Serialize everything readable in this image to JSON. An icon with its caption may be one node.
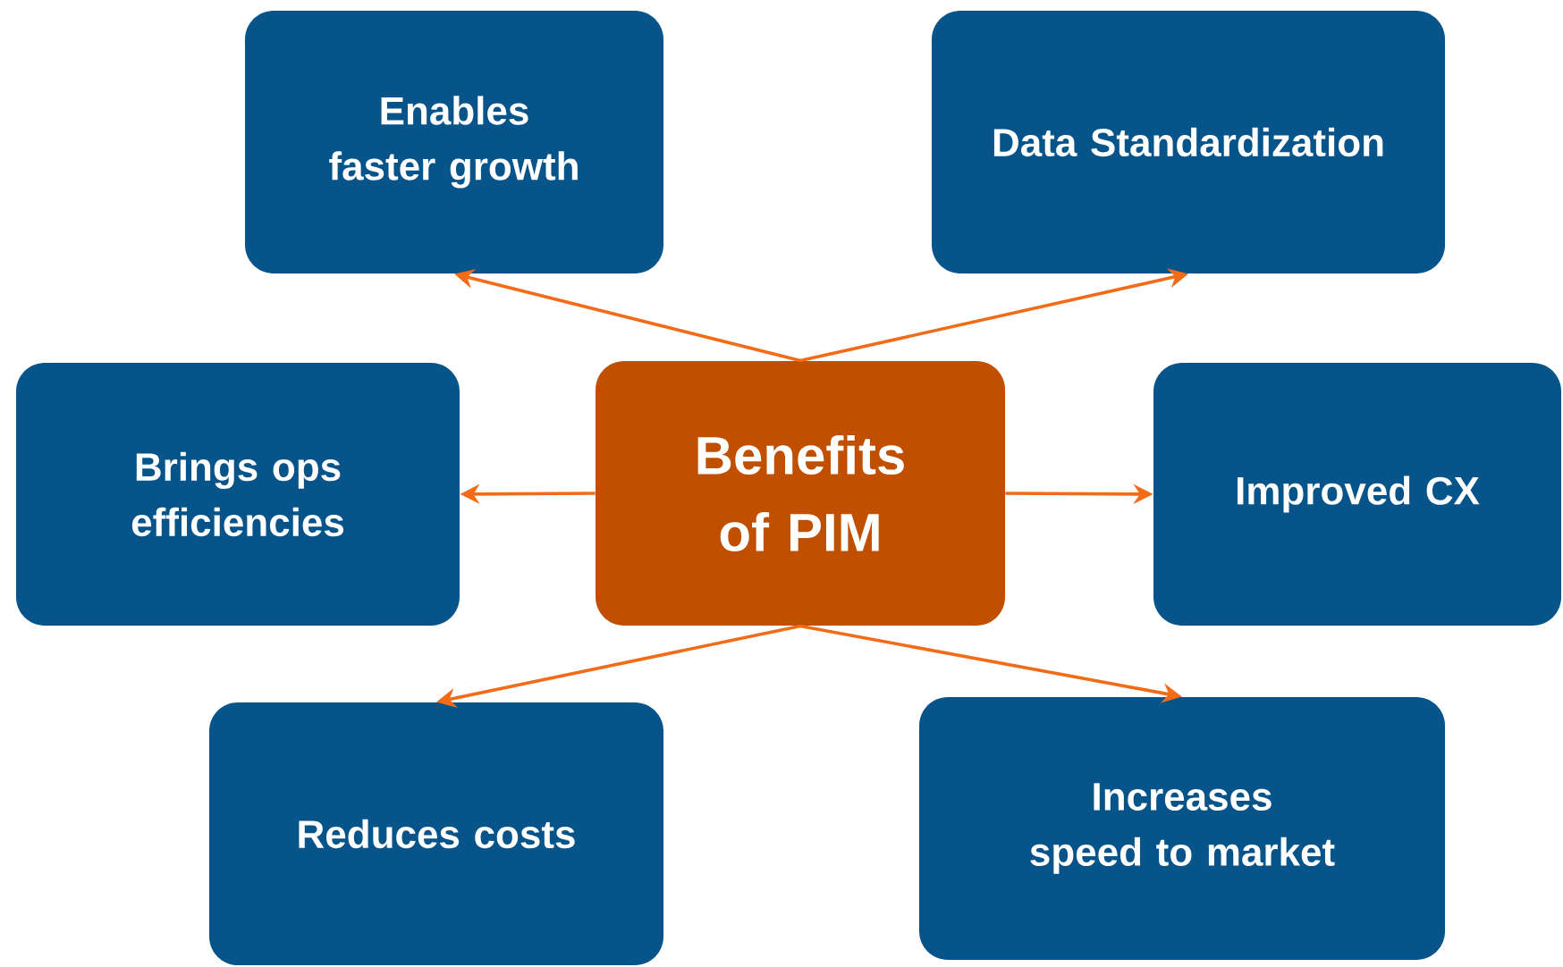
{
  "diagram": {
    "nodes": [
      {
        "text": [
          "Benefits of PIM"
        ]
      },
      {
        "text": [
          "Enables faster growth"
        ]
      },
      {
        "text": [
          "Data Standardization"
        ]
      },
      {
        "text": [
          "Brings ops efficiencies"
        ]
      },
      {
        "text": [
          "Improved CX"
        ]
      },
      {
        "text": [
          "Reduces costs"
        ]
      },
      {
        "text": [
          "Increases speed to market"
        ]
      }
    ],
    "edges": [
      {
        "from": 0,
        "to": 1,
        "arrow": "to"
      },
      {
        "from": 0,
        "to": 2,
        "arrow": "to"
      },
      {
        "from": 0,
        "to": 3,
        "arrow": "to"
      },
      {
        "from": 0,
        "to": 4,
        "arrow": "to"
      },
      {
        "from": 0,
        "to": 5,
        "arrow": "to"
      },
      {
        "from": 0,
        "to": 6,
        "arrow": "to"
      }
    ]
  }
}
